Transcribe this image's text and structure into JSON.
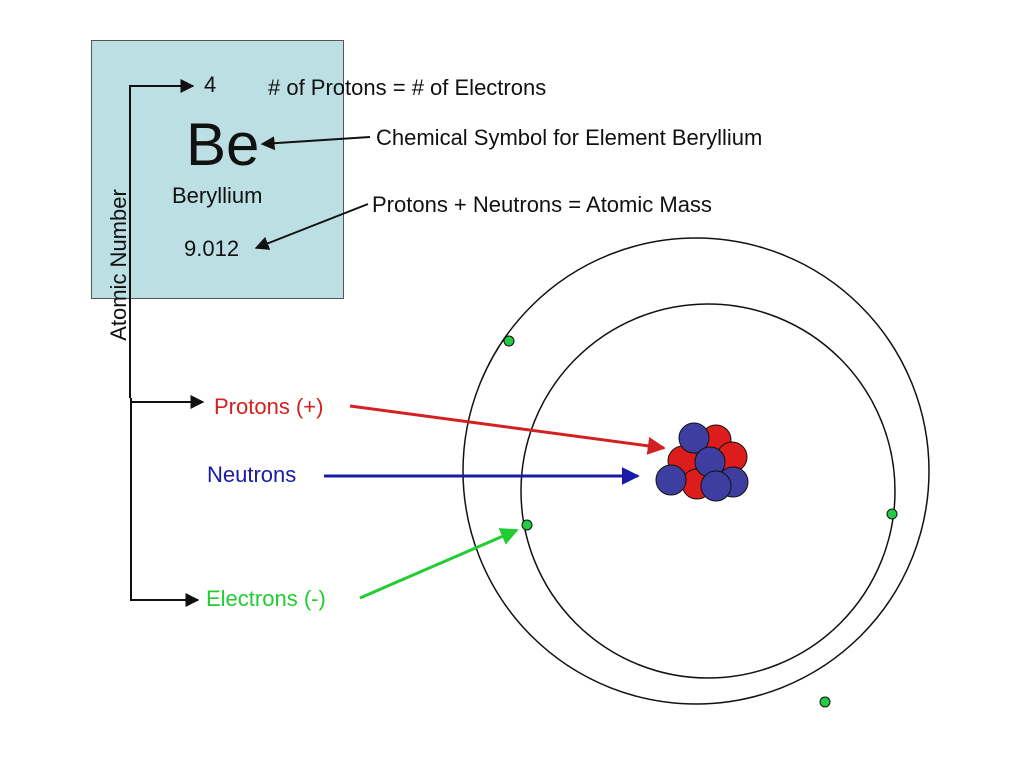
{
  "colors": {
    "tile": "#bcdfe3",
    "proton": "#dd1c1c",
    "neutron": "#3e3ea0",
    "electron": "#22cc44",
    "proton_label": "#d42020",
    "neutron_label": "#1a1aa8",
    "electron_label": "#22cc33"
  },
  "element": {
    "atomic_number": "4",
    "symbol": "Be",
    "name": "Beryllium",
    "atomic_mass": "9.012"
  },
  "labels": {
    "protons_equal_electrons": "# of Protons = # of Electrons",
    "chemical_symbol": "Chemical Symbol for Element Beryllium",
    "atomic_mass": "Protons + Neutrons = Atomic Mass",
    "atomic_number": "Atomic Number",
    "protons": "Protons (+)",
    "neutrons": "Neutrons",
    "electrons": "Electrons (-)"
  },
  "atom": {
    "protons": 4,
    "neutrons": 5,
    "electrons": 4
  }
}
